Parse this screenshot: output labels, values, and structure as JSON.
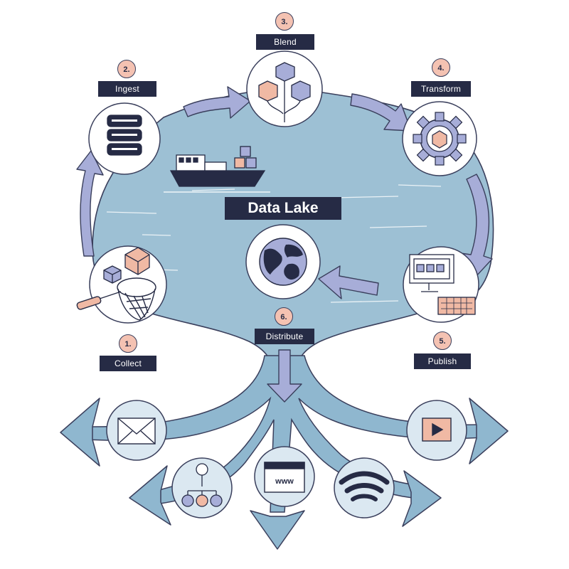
{
  "title": "Data Lake",
  "steps": [
    {
      "number": "1.",
      "label": "Collect"
    },
    {
      "number": "2.",
      "label": "Ingest"
    },
    {
      "number": "3.",
      "label": "Blend"
    },
    {
      "number": "4.",
      "label": "Transform"
    },
    {
      "number": "5.",
      "label": "Publish"
    },
    {
      "number": "6.",
      "label": "Distribute"
    }
  ],
  "web_icon_text": "www",
  "outputs": [
    "email-icon",
    "network-icon",
    "web-browser-icon",
    "wifi-icon",
    "video-play-icon"
  ],
  "colors": {
    "lake": "#9dc0d4",
    "arrow": "#a7add8",
    "label_bg": "#262b45",
    "badge": "#f4c2b2",
    "branch": "#8fb7cf",
    "accent": "#f0b9a4"
  }
}
